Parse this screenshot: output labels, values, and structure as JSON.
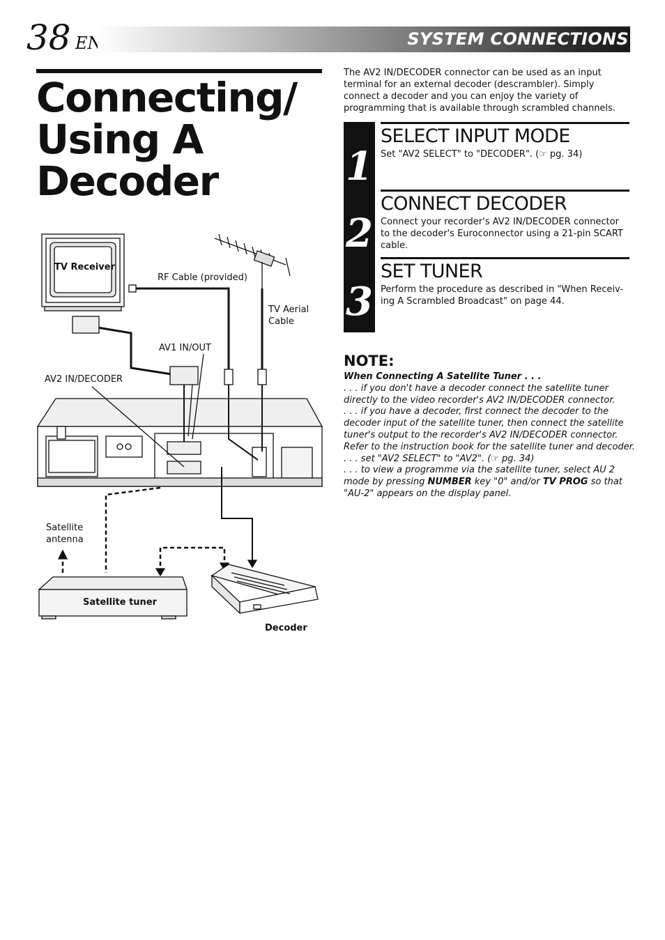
{
  "header": {
    "page_number": "38",
    "lang": "EN",
    "section": "SYSTEM CONNECTIONS"
  },
  "title": {
    "lines": [
      "Connecting/",
      "Using A",
      "Decoder"
    ]
  },
  "intro": "The AV2 IN/DECODER connector can be used as an input terminal for an external decoder (descrambler). Simply connect a decoder and you can enjoy the variety of programming that is available through scrambled channels.",
  "steps": [
    {
      "number": "1",
      "heading": "SELECT INPUT MODE",
      "text": "Set \"AV2 SELECT\" to \"DECODER\". (☞ pg. 34)"
    },
    {
      "number": "2",
      "heading": "CONNECT DECODER",
      "text": "Connect your recorder's AV2 IN/DECODER connector to the decoder's Euroconnector using a 21-pin SCART cable."
    },
    {
      "number": "3",
      "heading": "SET TUNER",
      "text": "Perform the procedure as described in \"When Receiv-ing A Scrambled Broadcast\" on page 44."
    }
  ],
  "note": {
    "title": "NOTE:",
    "subtitle": "When Connecting A Satellite Tuner . . .",
    "item1": ". . . if you don't have a decoder connect the satellite tuner directly to the video recorder's AV2 IN/DECODER connector.",
    "item2": ". . . if you have a decoder, first connect the decoder to the decoder input of the satellite tuner, then connect the satellite tuner's output to the recorder's AV2 IN/DECODER connector. Refer to the instruction book for the satellite tuner and decoder.",
    "item3": ". . . set \"AV2 SELECT\" to \"AV2\". (☞ pg. 34)",
    "item4_a": ". . . to view a programme via the satellite tuner, select AU 2 mode by pressing ",
    "item4_b": "NUMBER",
    "item4_c": " key \"0\" and/or ",
    "item4_d": "TV PROG",
    "item4_e": " so that \"AU-2\" appears on the display panel."
  },
  "diagram": {
    "tv_receiver": "TV Receiver",
    "rf_cable": "RF Cable (provided)",
    "tv_aerial_line1": "TV Aerial",
    "tv_aerial_line2": "Cable",
    "av1": "AV1 IN/OUT",
    "av2": "AV2 IN/DECODER",
    "sat_antenna_line1": "Satellite",
    "sat_antenna_line2": "antenna",
    "sat_tuner": "Satellite tuner",
    "decoder": "Decoder"
  }
}
